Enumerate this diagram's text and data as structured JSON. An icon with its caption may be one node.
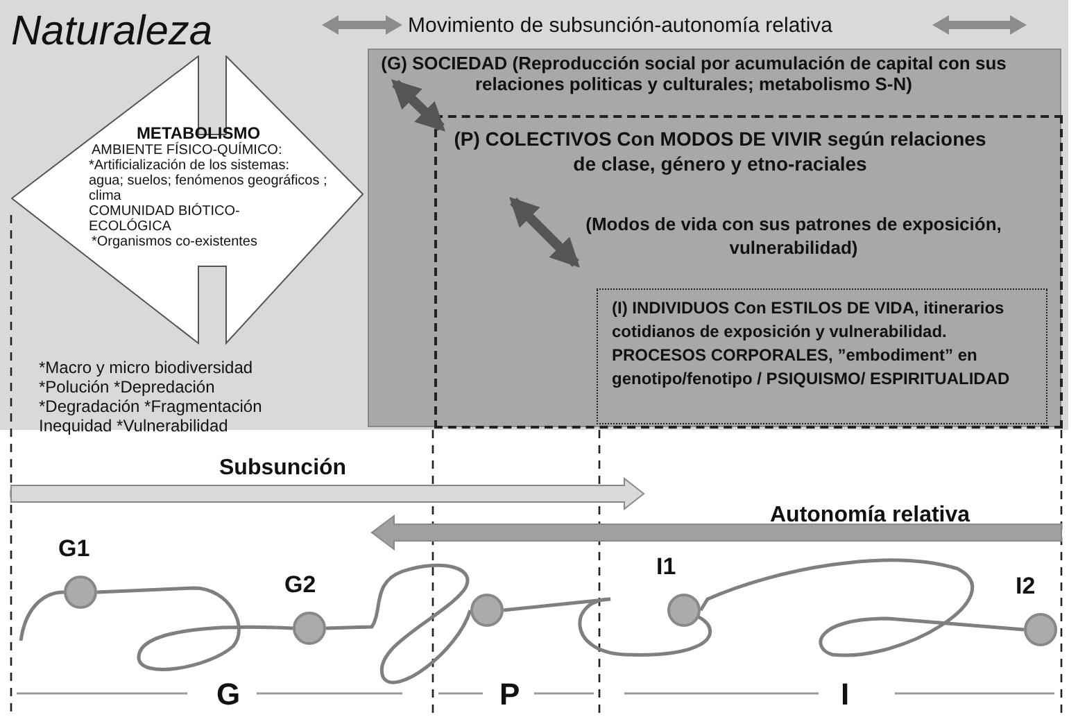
{
  "diagram": {
    "nodes": [
      {
        "text": [
          "Naturaleza"
        ]
      },
      {
        "text": [
          "METABOLISMO",
          "AMBIENTE FÍSICO-QUÍMICO:",
          "*Artificialización de los sistemas: agua; suelos; fenómenos geográficos ; clima",
          "COMUNIDAD BIÓTICO-ECOLÓGICA",
          "*Organismos co-existentes"
        ],
        "in": 0
      },
      {
        "text": [
          "(G) SOCIEDAD (Reproducción social por acumulación de capital con sus relaciones politicas y culturales; metabolismo S-N)"
        ],
        "in": 0
      },
      {
        "text": [
          "(P) COLECTIVOS Con MODOS DE VIVIR según relaciones de clase, género y etno-raciales",
          "(Modos de vida con sus patrones de exposición, vulnerabilidad)"
        ],
        "in": 2
      },
      {
        "text": [
          "(I) INDIVIDUOS Con ESTILOS DE VIDA, itinerarios cotidianos de exposición y vulnerabilidad. PROCESOS CORPORALES, ”embodiment” en genotipo/fenotipo / PSIQUISMO/ ESPIRITUALIDAD"
        ],
        "in": 3
      },
      {
        "text": [],
        "shape": "circle",
        "beside": [
          "G1"
        ]
      },
      {
        "text": [],
        "shape": "circle",
        "beside": [
          "G2"
        ]
      },
      {
        "text": [],
        "shape": "circle"
      },
      {
        "text": [],
        "shape": "circle",
        "beside": [
          "I1"
        ]
      },
      {
        "text": [],
        "shape": "circle",
        "beside": [
          "I2"
        ]
      }
    ],
    "edges": [
      {
        "from": null,
        "to": 5,
        "arrow": "none"
      },
      {
        "from": 5,
        "to": 6,
        "arrow": "none"
      },
      {
        "from": 6,
        "to": 7,
        "arrow": "none"
      },
      {
        "from": 7,
        "to": 8,
        "arrow": "none"
      },
      {
        "from": 8,
        "to": 9,
        "arrow": "none"
      },
      {
        "from": 2,
        "to": 3,
        "arrow": "both",
        "style": "thick",
        "color": "#555555"
      },
      {
        "from": 3,
        "to": 4,
        "arrow": "both",
        "style": "thick",
        "color": "#555555"
      }
    ],
    "labels": [
      "Movimiento de subsunción-autonomía relativa",
      "*Macro y micro biodiversidad",
      "*Polución  *Depredación",
      "*Degradación *Fragmentación",
      "Inequidad *Vulnerabilidad",
      "Subsunción",
      "Autonomía relativa",
      "G",
      "P",
      "I"
    ]
  }
}
